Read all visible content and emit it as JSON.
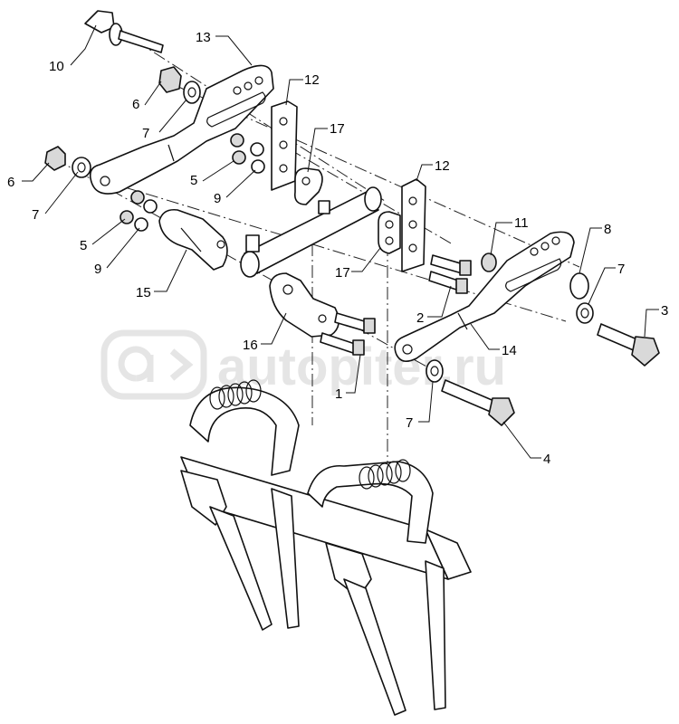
{
  "callouts": [
    {
      "id": "c-13",
      "label": "13"
    },
    {
      "id": "c-10",
      "label": "10"
    },
    {
      "id": "c-12a",
      "label": "12"
    },
    {
      "id": "c-6a",
      "label": "6"
    },
    {
      "id": "c-7a",
      "label": "7"
    },
    {
      "id": "c-17a",
      "label": "17"
    },
    {
      "id": "c-6b",
      "label": "6"
    },
    {
      "id": "c-5a",
      "label": "5"
    },
    {
      "id": "c-12b",
      "label": "12"
    },
    {
      "id": "c-7b",
      "label": "7"
    },
    {
      "id": "c-9a",
      "label": "9"
    },
    {
      "id": "c-11",
      "label": "11"
    },
    {
      "id": "c-8",
      "label": "8"
    },
    {
      "id": "c-5b",
      "label": "5"
    },
    {
      "id": "c-7c",
      "label": "7"
    },
    {
      "id": "c-9b",
      "label": "9"
    },
    {
      "id": "c-17b",
      "label": "17"
    },
    {
      "id": "c-3",
      "label": "3"
    },
    {
      "id": "c-15",
      "label": "15"
    },
    {
      "id": "c-2",
      "label": "2"
    },
    {
      "id": "c-16",
      "label": "16"
    },
    {
      "id": "c-14",
      "label": "14"
    },
    {
      "id": "c-1",
      "label": "1"
    },
    {
      "id": "c-7d",
      "label": "7"
    },
    {
      "id": "c-4",
      "label": "4"
    }
  ],
  "watermark": {
    "text": "autopiter.ru",
    "logo": "a-arrow-logo"
  }
}
